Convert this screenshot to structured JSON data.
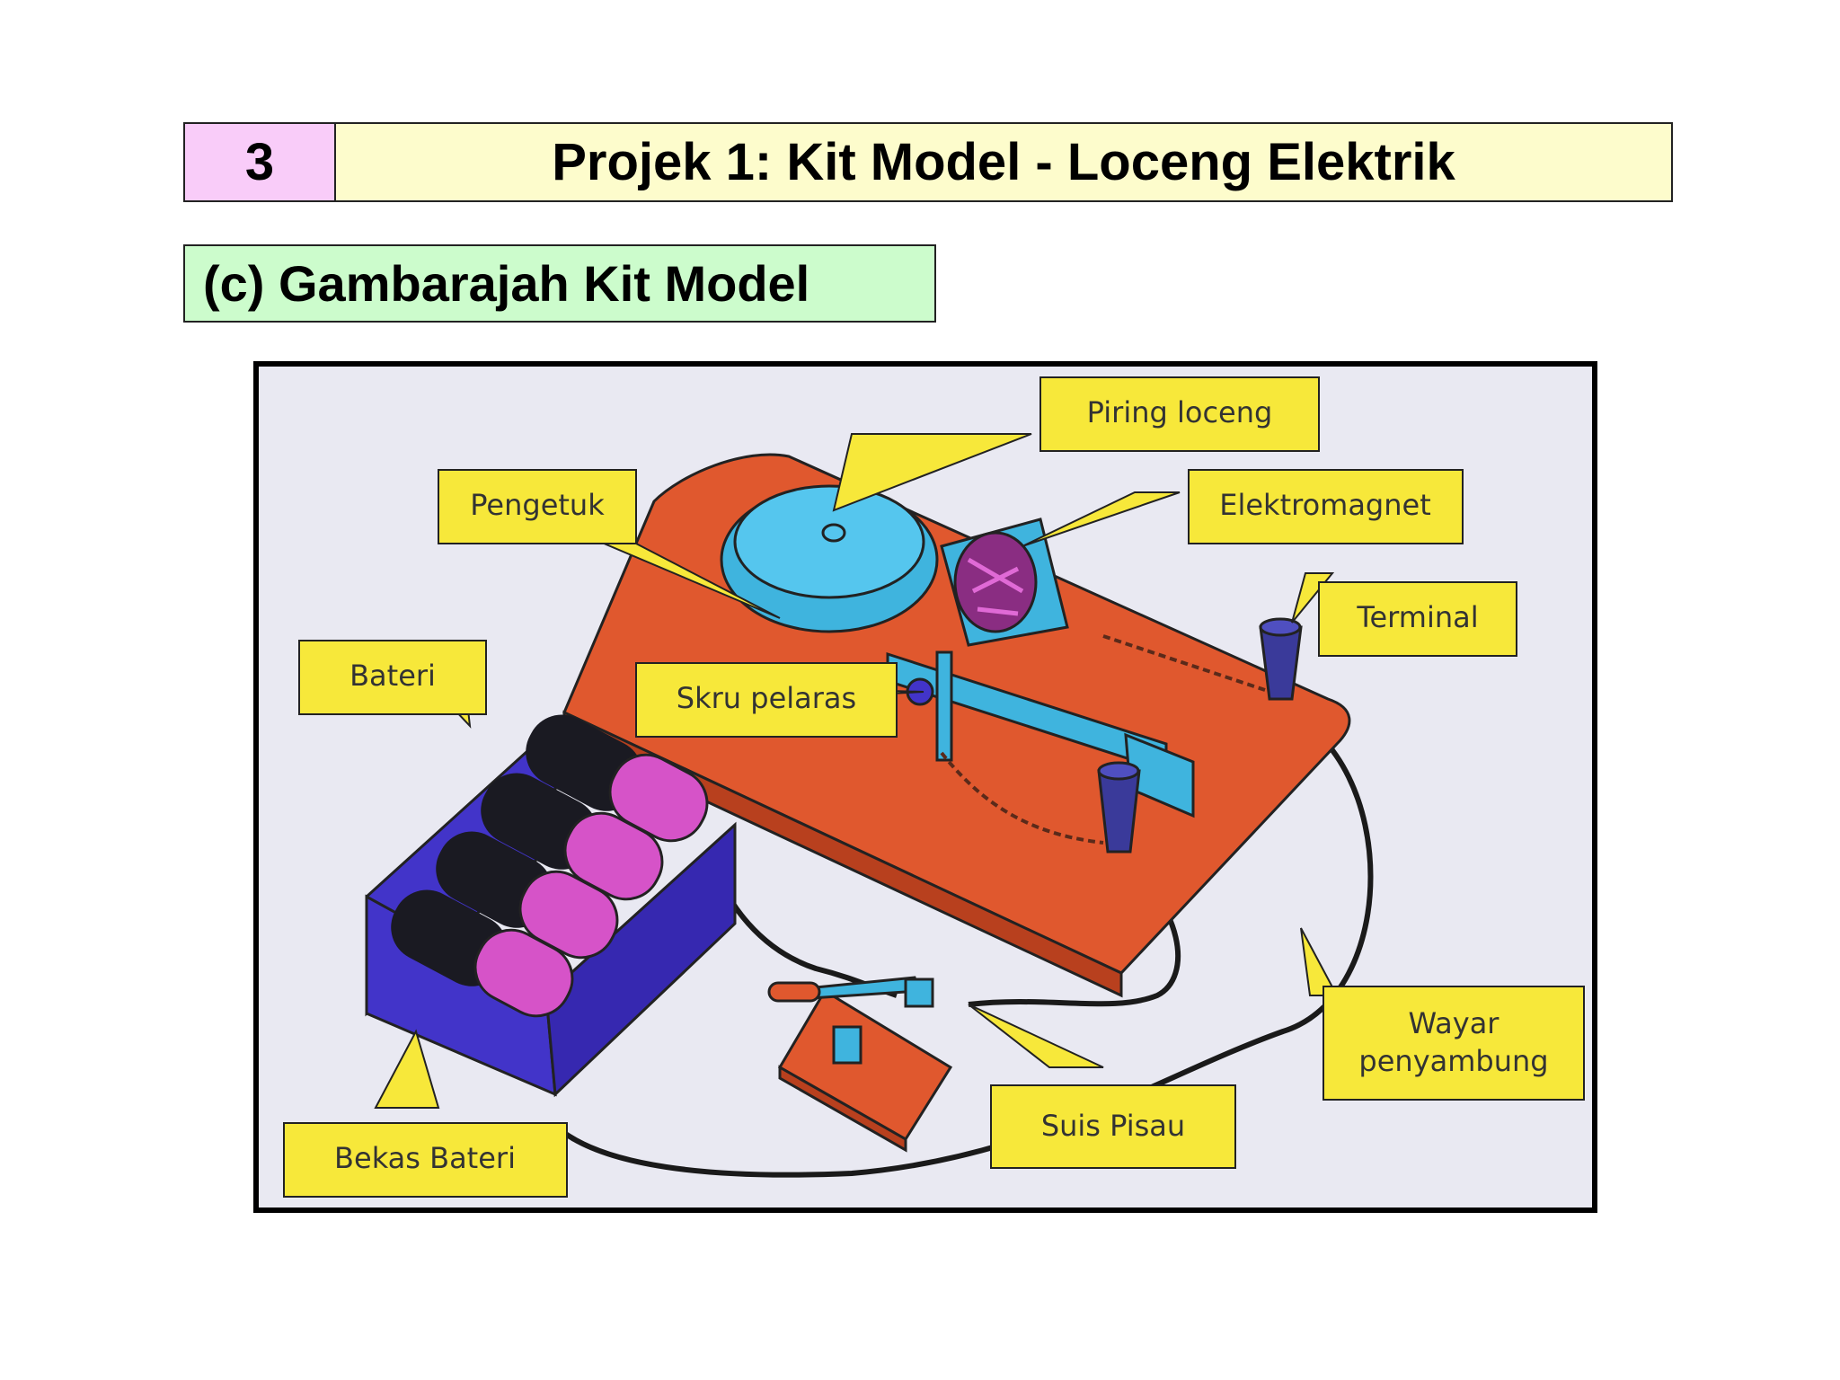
{
  "header": {
    "number": "3",
    "title": "Projek 1: Kit Model - Loceng Elektrik"
  },
  "section": {
    "title": "(c) Gambarajah Kit Model"
  },
  "diagram": {
    "labels": {
      "piring_loceng": "Piring loceng",
      "pengetuk": "Pengetuk",
      "elektromagnet": "Elektromagnet",
      "terminal": "Terminal",
      "bateri": "Bateri",
      "skru_pelaras": "Skru pelaras",
      "wayar_line1": "Wayar",
      "wayar_line2": "penyambung",
      "suis_pisau": "Suis Pisau",
      "bekas_bateri": "Bekas Bateri"
    },
    "colors": {
      "label_fill": "#f7e83a",
      "base": "#e0582e",
      "bell": "#3fb4de",
      "battery_holder": "#4234c9",
      "battery_pink": "#d653c8",
      "battery_black": "#1a1a22",
      "terminal": "#3a3a9a",
      "wire": "#1a1a1a"
    }
  }
}
